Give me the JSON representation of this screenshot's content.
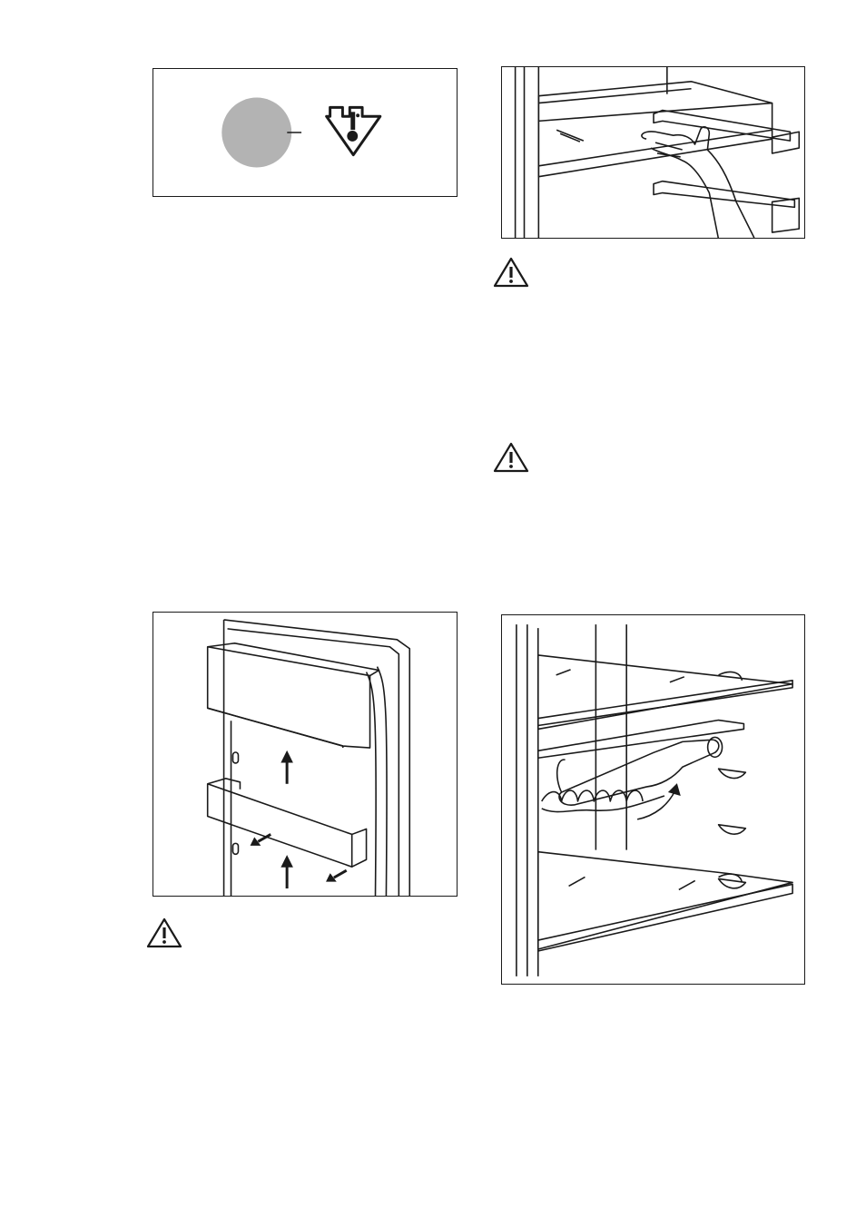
{
  "figures": [
    {
      "id": "cold-zone-indicator",
      "icon": "circle-and-warning-triangle-symbol"
    },
    {
      "id": "shelf-removal",
      "icon": "hand-lifting-glass-shelf"
    },
    {
      "id": "door-balcony-removal",
      "icon": "door-shelves-with-arrows"
    },
    {
      "id": "bottle-rack",
      "icon": "bottle-on-wire-rack"
    }
  ],
  "warnings": [
    {
      "icon": "warning-triangle-icon"
    },
    {
      "icon": "warning-triangle-icon"
    },
    {
      "icon": "warning-triangle-icon"
    }
  ],
  "colors": {
    "line": "#1a1a1a",
    "indicator_fill": "#b3b3b3",
    "background": "#ffffff"
  }
}
